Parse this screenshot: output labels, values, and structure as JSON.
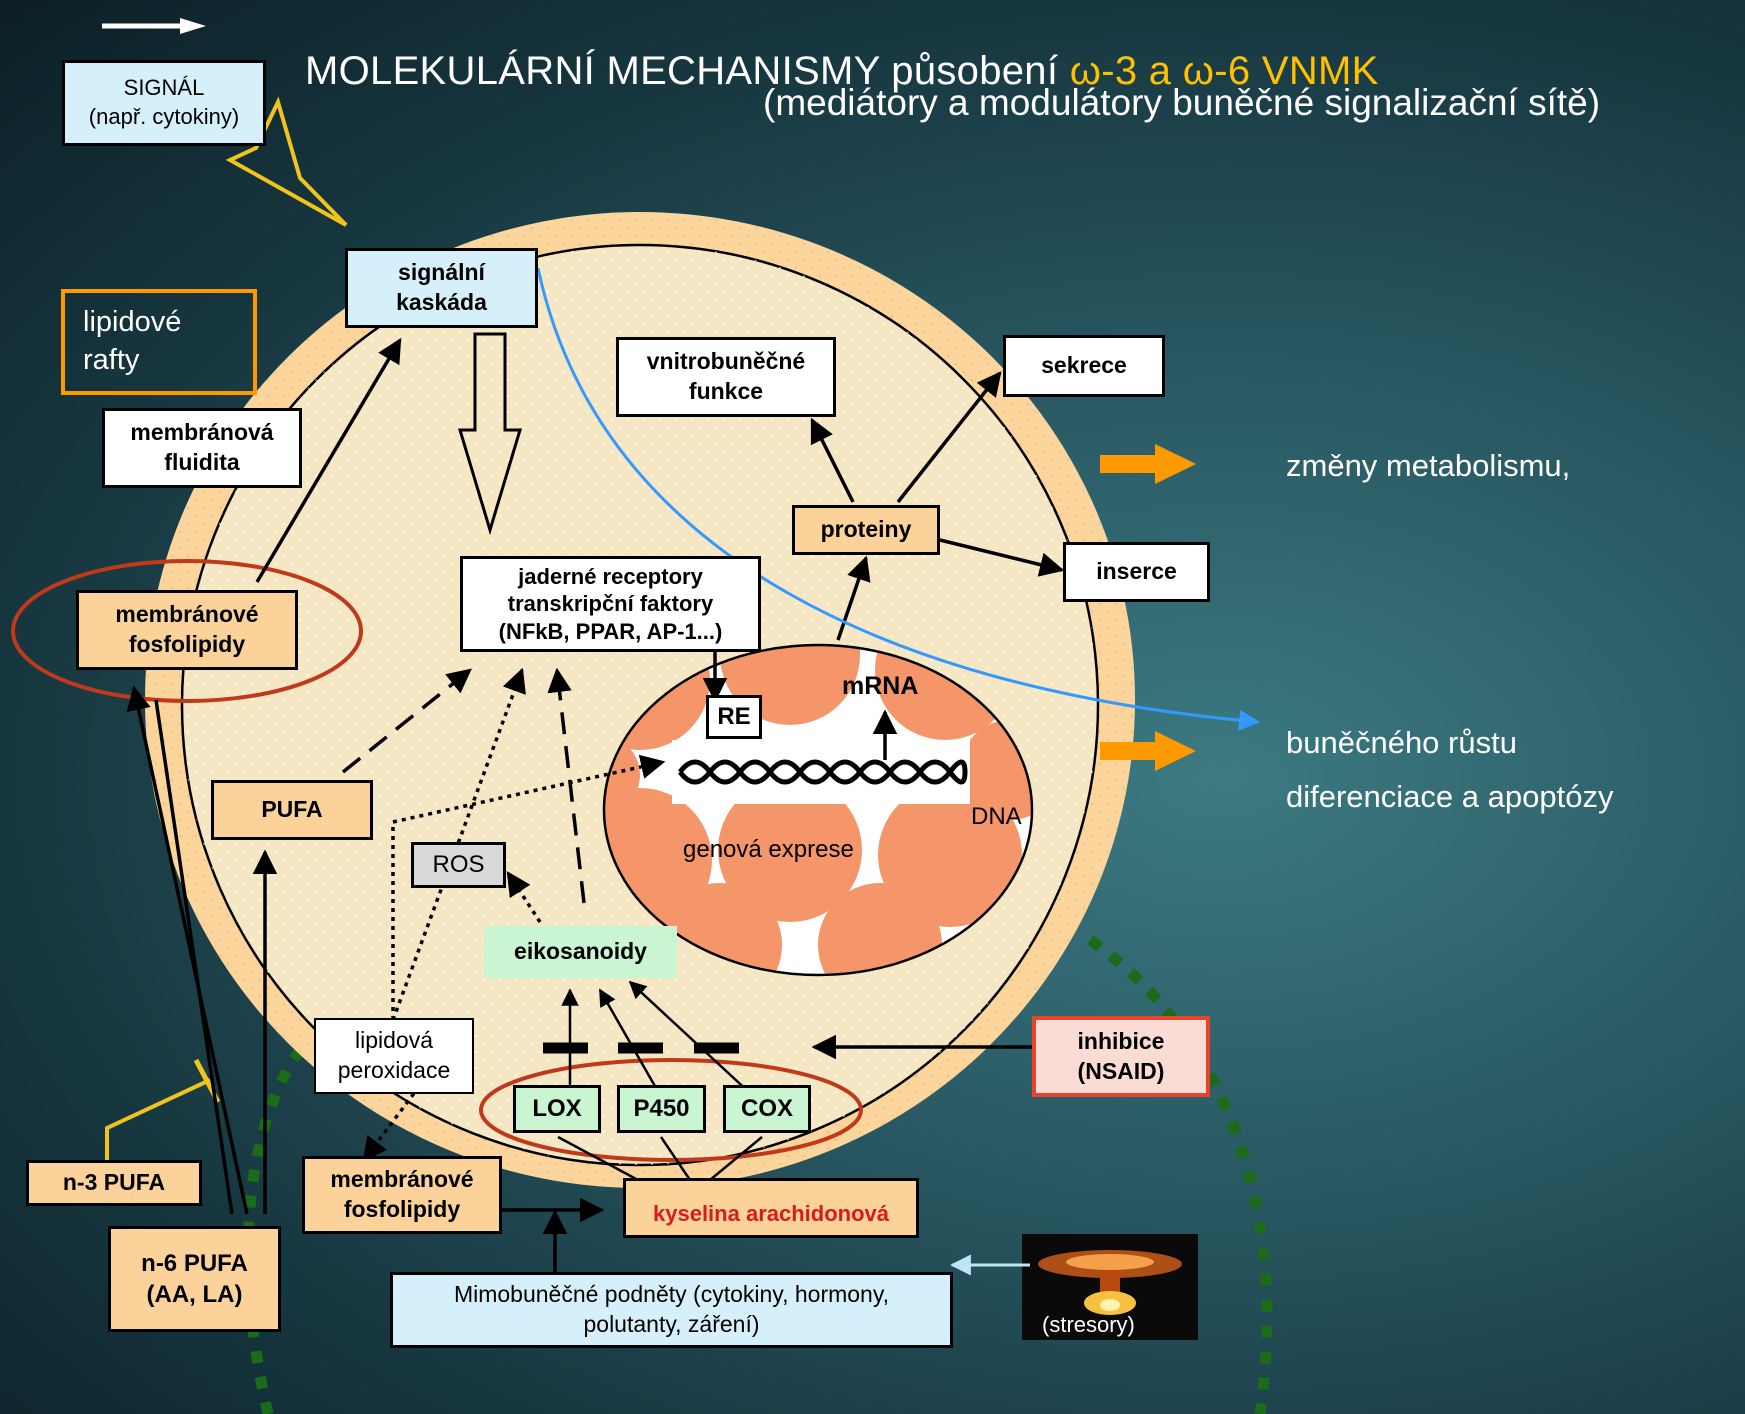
{
  "title": {
    "part1": "MOLEKULÁRNÍ MECHANISMY působení ",
    "part2": "ω-3 a ω-6 VNMK"
  },
  "subtitle": "(mediátory a modulátory buněčné signalizační sítě)",
  "colors": {
    "title_white": "#ffffff",
    "title_accent": "#ffc000",
    "cell_outer": "#fbd59c",
    "cell_inner": "#f5e6c4",
    "nucleus_blob": "#f4956a",
    "blue_arrow": "#3399ff",
    "orange_arrow": "#ff9900",
    "red_oval": "#c0391b",
    "green_dots": "#1a6b1a"
  },
  "boxes": {
    "signal": "SIGNÁL\n(např. cytokiny)",
    "lipid_rafts": "lipidové\nrafty",
    "signal_cascade": "signální\nkaskáda",
    "membrane_fluidity": "membránová\nfluidita",
    "membrane_phospholipids_top": "membránové\nfosfolipidy",
    "pufa": "PUFA",
    "nuclear_receptors": "jaderné receptory\ntranskripční faktory\n(NFkB, PPAR, AP-1...)",
    "intracellular_functions": "vnitrobuněčné\nfunkce",
    "secretion": "sekrece",
    "proteins": "proteiny",
    "insertion": "inserce",
    "re": "RE",
    "mrna": "mRNA",
    "dna": "DNA",
    "gene_expression": "genová exprese",
    "ros": "ROS",
    "eicosanoids": "eikosanoidy",
    "lipid_peroxidation": "lipidová\nperoxidace",
    "lox": "LOX",
    "p450": "P450",
    "cox": "COX",
    "inhibition": "inhibice\n(NSAID)",
    "n3_pufa": "n-3 PUFA",
    "n6_pufa": "n-6 PUFA\n(AA, LA)",
    "membrane_phospholipids_bottom": "membránové\nfosfolipidy",
    "arachidonic_acid": "kyselina arachidonová",
    "extracellular_stimuli": "Mimobuněčné podněty (cytokiny, hormony,\npolutanty, záření)",
    "stressors": "(stresory)"
  },
  "outcomes": {
    "metabolism": "změny metabolismu,",
    "growth": "buněčného růstu\ndiferenciace a apoptózy"
  }
}
